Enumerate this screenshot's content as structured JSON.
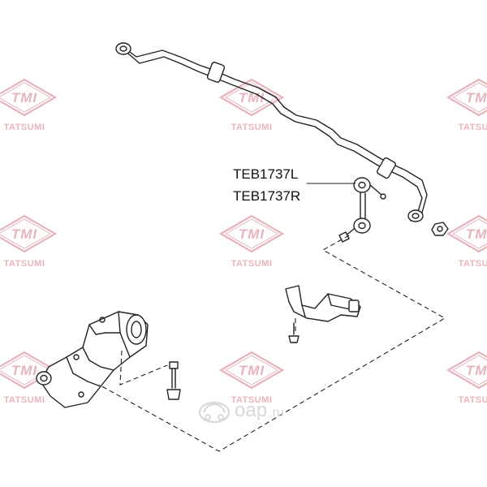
{
  "watermark": {
    "logo_text": "TMI",
    "brand_text": "TATSUMI",
    "color": "#e8b4bc",
    "site_text": "oap",
    "site_suffix": ".ru",
    "site_color": "#d8d8d8"
  },
  "part_numbers": {
    "left": "TEB1737L",
    "right": "TEB1737R"
  },
  "icons": {
    "logo": "tmi-diamond-logo",
    "site": "autodoc-car-logo"
  }
}
